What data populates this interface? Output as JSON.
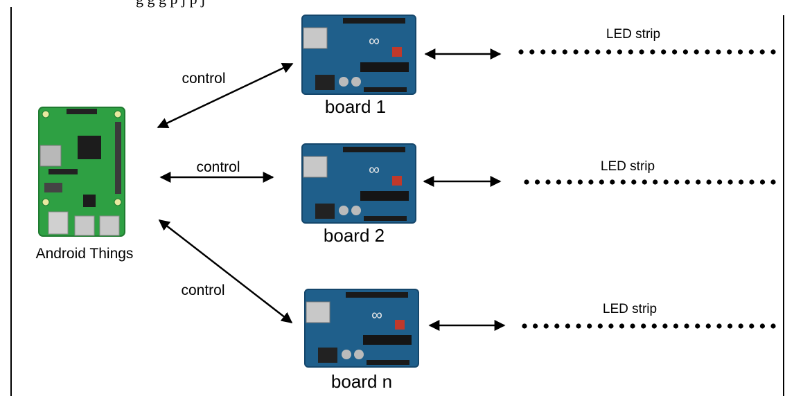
{
  "top_caption": "g          g               g                              p       j                     p       j",
  "host": {
    "label": "Android Things"
  },
  "links": [
    {
      "label": "control"
    },
    {
      "label": "control"
    },
    {
      "label": "control"
    }
  ],
  "boards": [
    {
      "label": "board 1",
      "logo_text": "∞"
    },
    {
      "label": "board 2",
      "logo_text": "∞"
    },
    {
      "label": "board n",
      "logo_text": "∞"
    }
  ],
  "strips": [
    {
      "label": "LED strip",
      "dot_count": 24
    },
    {
      "label": "LED strip",
      "dot_count": 24
    },
    {
      "label": "LED strip",
      "dot_count": 24
    }
  ],
  "colors": {
    "arduino_board": "#1f5f8b",
    "arduino_dark": "#14466b",
    "rpi_board": "#2ea043",
    "rpi_dark": "#1f7a30",
    "line": "#000000",
    "frame": "#000000"
  }
}
